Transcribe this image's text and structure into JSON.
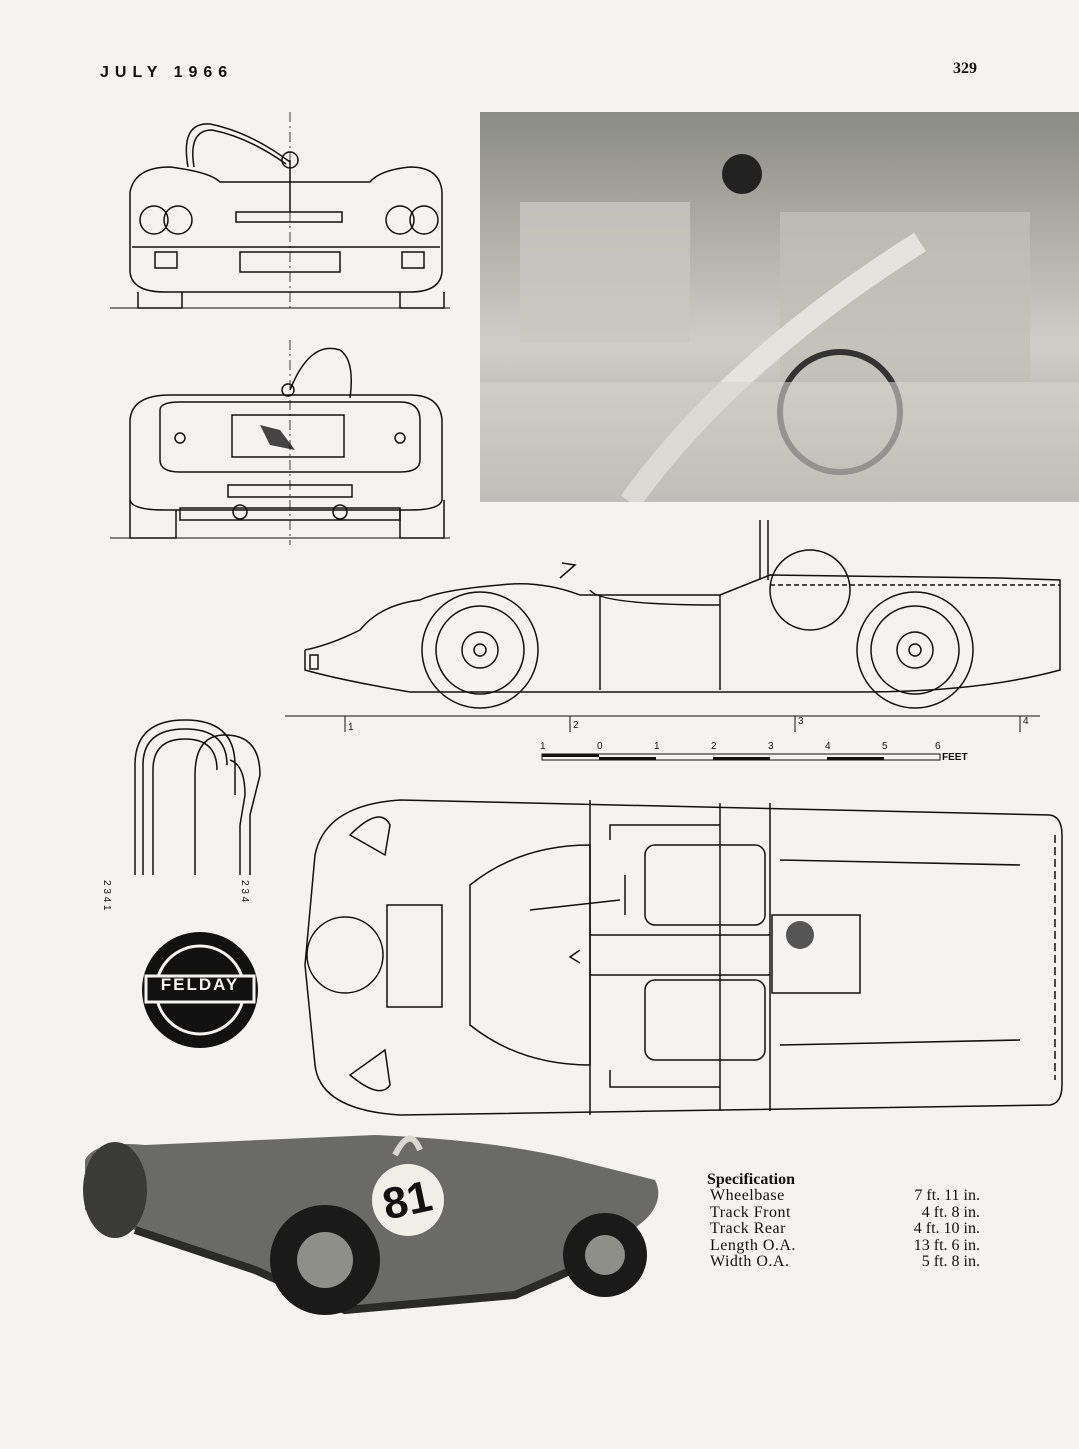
{
  "header": {
    "date": "JULY 1966",
    "page_number": "329"
  },
  "logo": {
    "text": "FELDAY"
  },
  "car_number": "81",
  "ruler": {
    "marks": [
      "1",
      "2",
      "3",
      "4"
    ]
  },
  "scale_bar": {
    "labels": [
      "1",
      "0",
      "1",
      "2",
      "3",
      "4",
      "5",
      "6"
    ],
    "unit": "FEET"
  },
  "rollbar_labels": {
    "left": "2 3 4 1",
    "right": "2 3 4"
  },
  "specification": {
    "title": "Specification",
    "rows": [
      {
        "label": "Wheelbase",
        "value": "7 ft. 11 in."
      },
      {
        "label": "Track Front",
        "value": "4 ft. 8 in."
      },
      {
        "label": "Track Rear",
        "value": "4 ft. 10 in."
      },
      {
        "label": "Length O.A.",
        "value": "13 ft. 6 in."
      },
      {
        "label": "Width O.A.",
        "value": "5 ft. 8 in."
      }
    ]
  },
  "colors": {
    "paper": "#f4f3ef",
    "ink": "#111111",
    "photo_grey": "#a9a8a2"
  }
}
